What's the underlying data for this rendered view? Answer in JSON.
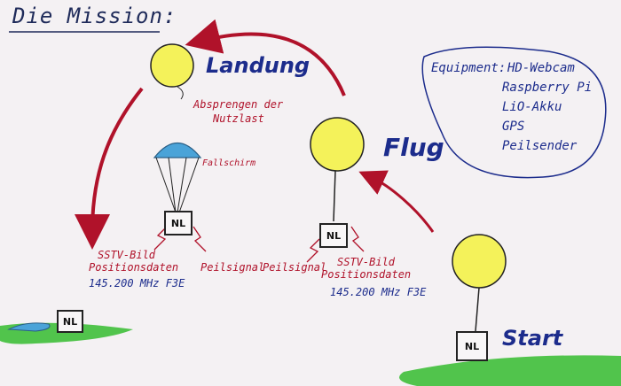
{
  "title": "Die Mission:",
  "landung": {
    "label": "Landung",
    "note_line1": "Absprengen der",
    "note_line2": "Nutzlast"
  },
  "flug": {
    "label": "Flug"
  },
  "start": {
    "label": "Start"
  },
  "fallschirm": "Fallschirm",
  "payload_label": "NL",
  "equipment": {
    "heading": "Equipment:",
    "items": [
      "HD-Webcam",
      "Raspberry Pi",
      "LiO-Akku",
      "GPS",
      "Peilsender"
    ]
  },
  "left_payload": {
    "line1": "SSTV-Bild",
    "line2": "Positionsdaten",
    "freq": "145.200 MHz F3E",
    "beacon": "Peilsignal"
  },
  "middle_payload": {
    "beacon": "Peilsignal",
    "line1": "SSTV-Bild",
    "line2": "Positionsdaten",
    "freq": "145.200 MHz F3E"
  },
  "colors": {
    "balloon": "#f4f25a",
    "parachute": "#4aa3d8",
    "ground": "#3fbf3a",
    "arrow": "#b0122a",
    "ink_blue": "#1c2c8c"
  }
}
